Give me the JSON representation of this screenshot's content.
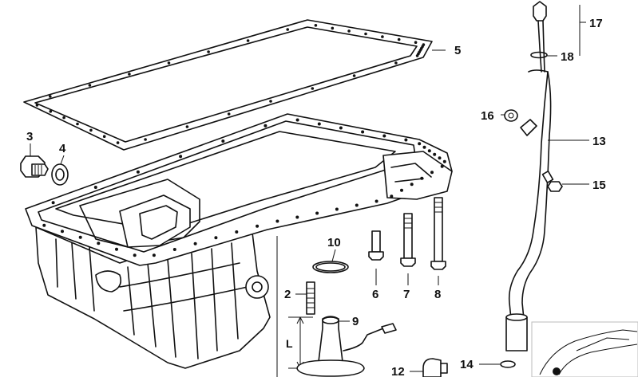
{
  "labels": {
    "p2": "2",
    "p3": "3",
    "p4": "4",
    "p5": "5",
    "p6": "6",
    "p7": "7",
    "p8": "8",
    "p9": "9",
    "p10": "10",
    "p12": "12",
    "p13": "13",
    "p14": "14",
    "p15": "15",
    "p16": "16",
    "p17": "17",
    "p18": "18",
    "dim_L": "L"
  }
}
